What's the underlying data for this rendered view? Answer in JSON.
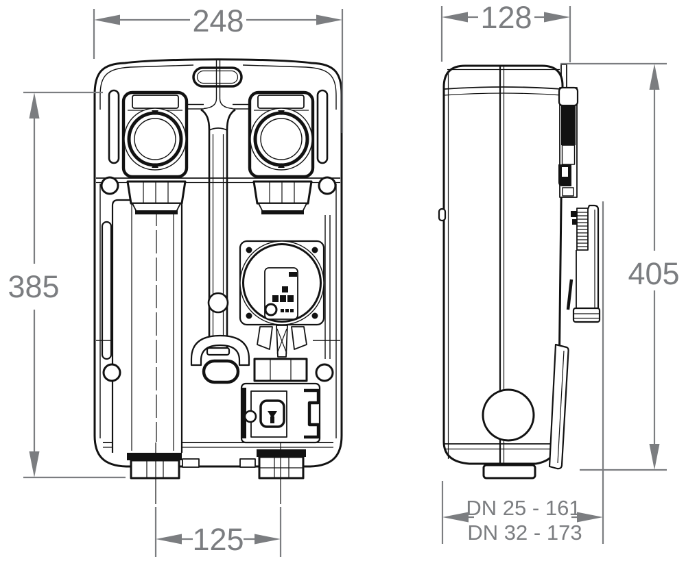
{
  "colors": {
    "background": "#ffffff",
    "line": "#121212",
    "dimension": "#7b7d80"
  },
  "dimensions": {
    "front_width": "248",
    "side_depth": "128",
    "front_height": "385",
    "overall_height": "405",
    "pipe_spacing": "125",
    "depth_dn25": "DN 25 - 161",
    "depth_dn32": "DN 32 - 173"
  }
}
